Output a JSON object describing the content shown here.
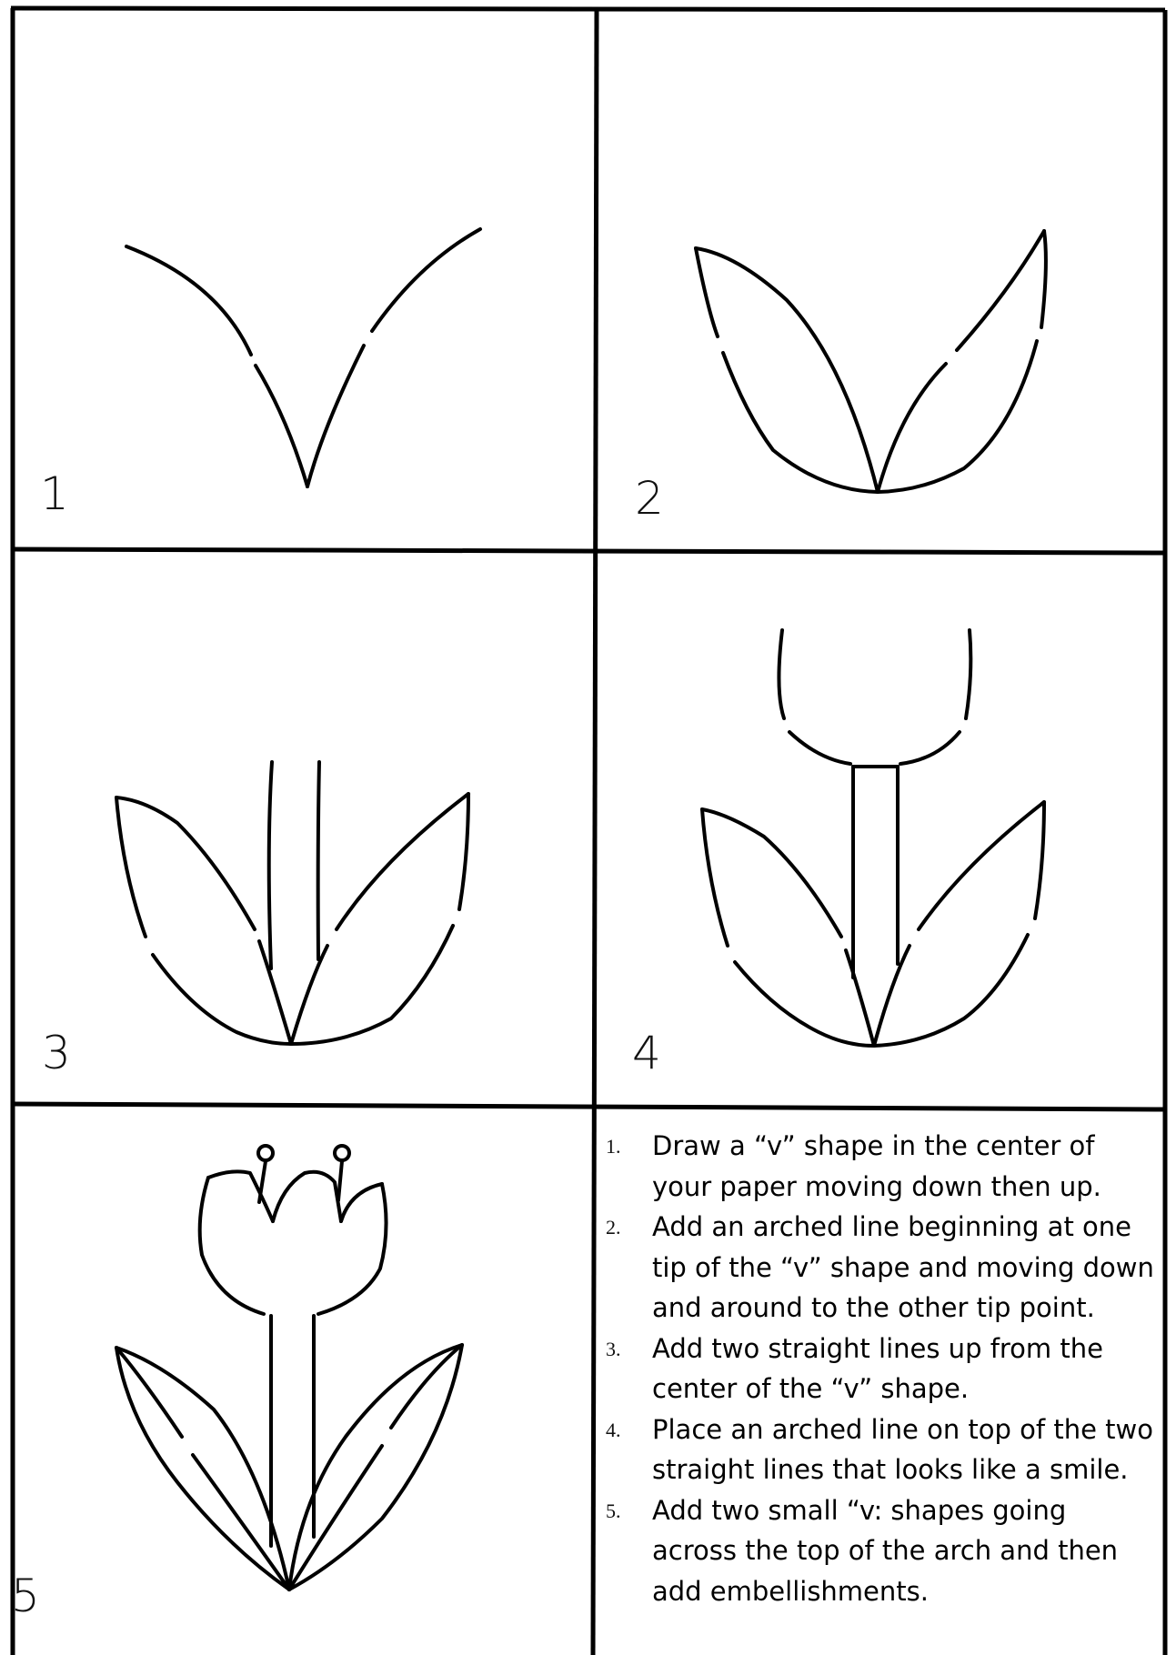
{
  "panels": [
    {
      "number": "1",
      "drawing": "v-shape"
    },
    {
      "number": "2",
      "drawing": "two-leaves"
    },
    {
      "number": "3",
      "drawing": "leaves-with-stem-lines"
    },
    {
      "number": "4",
      "drawing": "leaves-stem-and-cup"
    },
    {
      "number": "5",
      "drawing": "finished-tulip"
    }
  ],
  "instructions": [
    {
      "num": "1.",
      "text": "Draw a “v” shape in the center of your paper moving down then up."
    },
    {
      "num": "2.",
      "text": "Add an arched line beginning at one tip of the “v” shape and moving down and around to the other tip point."
    },
    {
      "num": "3.",
      "text": "Add two straight lines up from the center of the “v” shape."
    },
    {
      "num": "4.",
      "text": "Place an arched line on top of the two straight lines that looks like a smile."
    },
    {
      "num": "5.",
      "text": "Add two small “v: shapes going across the top of the arch and then add embellishments."
    }
  ]
}
